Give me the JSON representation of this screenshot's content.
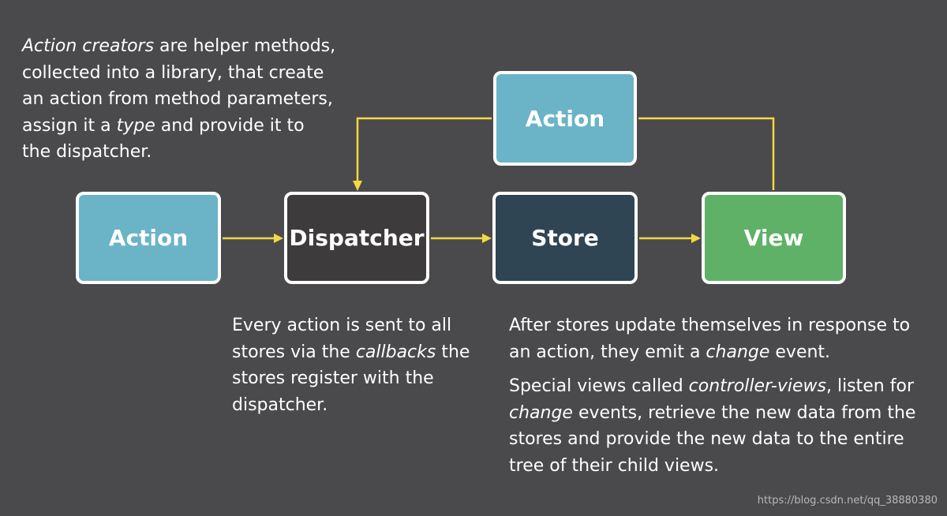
{
  "notes": {
    "creators": {
      "t1": "Action creators",
      "t2": " are helper methods, collected into a library, that create an action from method parameters, assign it a ",
      "t3": "type",
      "t4": " and provide it to the dispatcher."
    },
    "dispatch": {
      "t1": "Every action is sent to all stores via the ",
      "t2": "callbacks",
      "t3": " the stores register with the dispatcher."
    },
    "store": {
      "p1a": "After stores update themselves in response to an action, they emit a ",
      "p1b": "change",
      "p1c": " event.",
      "p2a": "Special views called ",
      "p2b": "controller-views",
      "p2c": ", listen for ",
      "p2d": "change",
      "p2e": " events, retrieve the new data from the stores and provide the new data to the entire tree of their child views."
    }
  },
  "boxes": {
    "action_top": "Action",
    "action": "Action",
    "dispatcher": "Dispatcher",
    "store": "Store",
    "view": "View"
  },
  "colors": {
    "action": "#6bb3c7",
    "dispatcher": "#3d3b3b",
    "store": "#2f4554",
    "view": "#5fb167",
    "arrow": "#f5d742"
  },
  "watermark": "https://blog.csdn.net/qq_38880380"
}
